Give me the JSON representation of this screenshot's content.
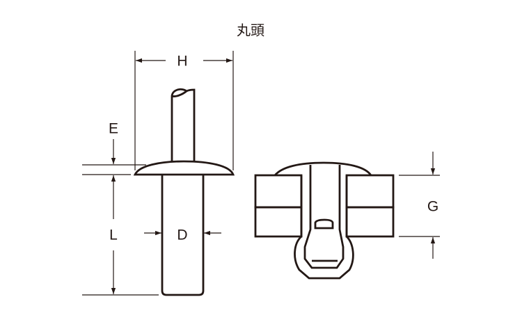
{
  "title": "丸頭",
  "dimensions": {
    "H": "H",
    "E": "E",
    "L": "L",
    "D": "D",
    "G": "G"
  },
  "colors": {
    "line": "#231815",
    "background": "#ffffff"
  }
}
